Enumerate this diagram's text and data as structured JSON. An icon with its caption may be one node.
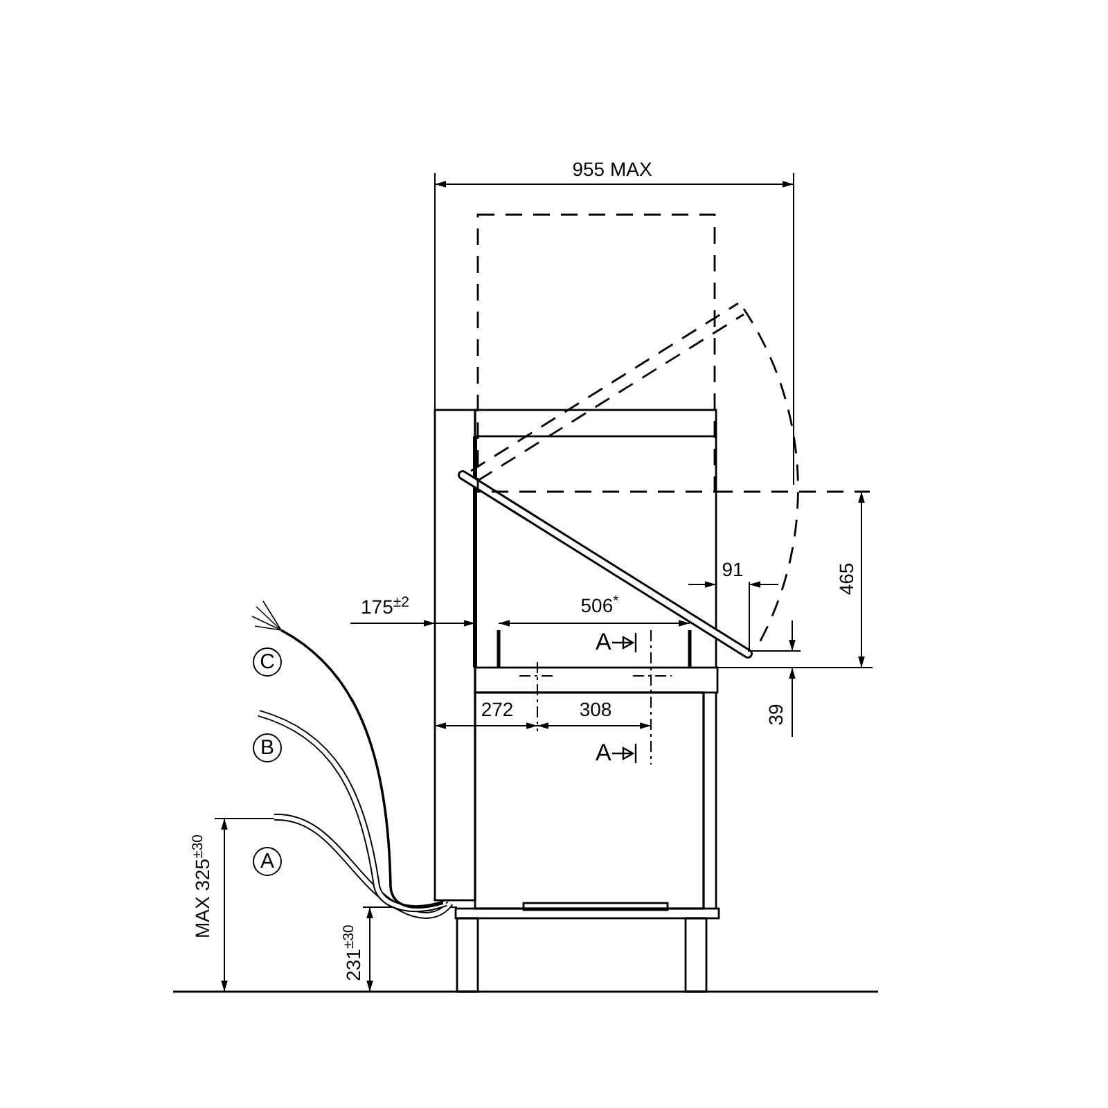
{
  "diagram": {
    "labels": [
      "955 MAX",
      "465",
      "91",
      "175$^{±2}$",
      "506$^{*}$",
      "A",
      "39",
      "272",
      "308",
      "A",
      "C",
      "B",
      "A",
      "MAX 325$^{±30}$",
      "231$^{±30}$"
    ]
  }
}
